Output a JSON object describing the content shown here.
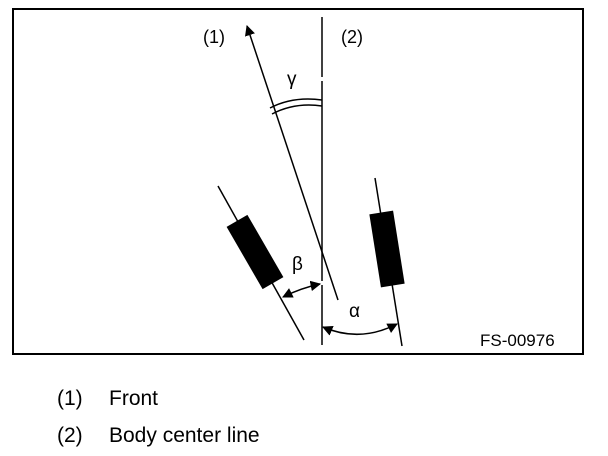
{
  "diagram": {
    "marker_1": "(1)",
    "marker_2": "(2)",
    "angle_gamma": "γ",
    "angle_beta": "β",
    "angle_alpha": "α",
    "figure_id": "FS-00976"
  },
  "legend": [
    {
      "num": "(1)",
      "label": "Front"
    },
    {
      "num": "(2)",
      "label": "Body center line"
    }
  ]
}
